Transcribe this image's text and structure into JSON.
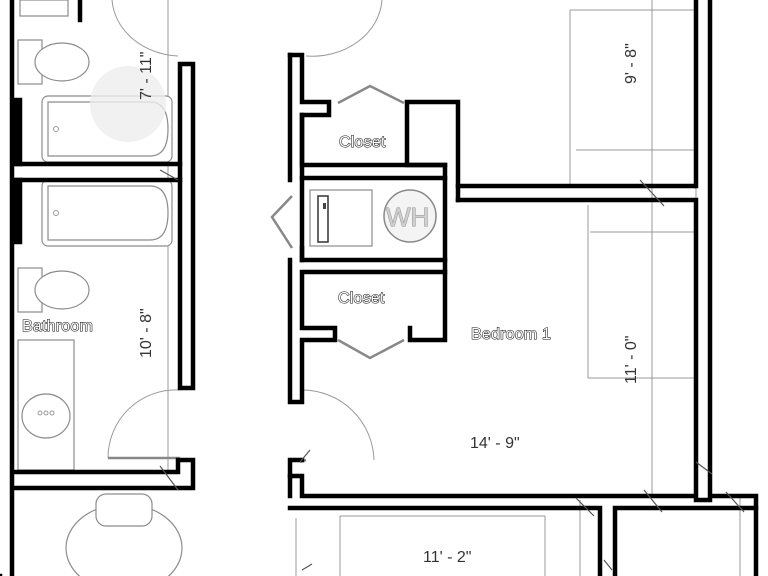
{
  "rooms": {
    "closet_upper": "Closet",
    "closet_lower": "Closet",
    "bathroom": "Bathroom",
    "bedroom_1": "Bedroom 1",
    "water_heater": "WH"
  },
  "dimensions": {
    "bath_upper": "7' - 11\"",
    "bath_lower": "10' - 8\"",
    "bedroom_upper_right": "9' - 8\"",
    "bedroom_right": "11' - 0\"",
    "bedroom_width": "14' - 9\"",
    "bottom_room": "11' - 2\""
  }
}
